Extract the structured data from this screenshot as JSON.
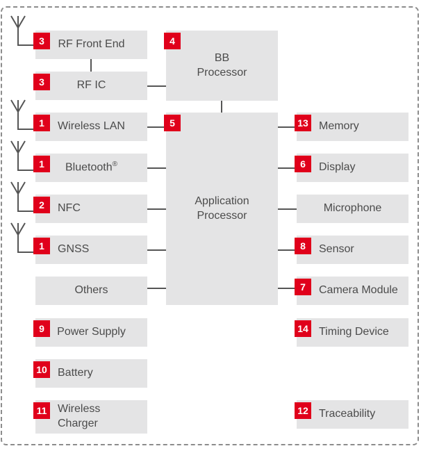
{
  "blocks": {
    "rf_front_end": {
      "label": "RF Front End",
      "badge": "3"
    },
    "rf_ic": {
      "label": "RF IC",
      "badge": "3"
    },
    "wireless_lan": {
      "label": "Wireless LAN",
      "badge": "1"
    },
    "bluetooth": {
      "label": "Bluetooth",
      "sup": "®",
      "badge": "1"
    },
    "nfc": {
      "label": "NFC",
      "badge": "2"
    },
    "gnss": {
      "label": "GNSS",
      "badge": "1"
    },
    "others": {
      "label": "Others"
    },
    "power_supply": {
      "label": "Power Supply",
      "badge": "9"
    },
    "battery": {
      "label": "Battery",
      "badge": "10"
    },
    "wireless_charger": {
      "label_line1": "Wireless",
      "label_line2": "Charger",
      "badge": "11"
    },
    "bb_processor": {
      "label_line1": "BB",
      "label_line2": "Processor",
      "badge": "4"
    },
    "application_processor": {
      "label_line1": "Application",
      "label_line2": "Processor",
      "badge": "5"
    },
    "memory": {
      "label": "Memory",
      "badge": "13"
    },
    "display": {
      "label": "Display",
      "badge": "6"
    },
    "microphone": {
      "label": "Microphone"
    },
    "sensor": {
      "label": "Sensor",
      "badge": "8"
    },
    "camera_module": {
      "label": "Camera Module",
      "badge": "7"
    },
    "timing_device": {
      "label": "Timing Device",
      "badge": "14"
    },
    "traceability": {
      "label": "Traceability",
      "badge": "12"
    }
  },
  "colors": {
    "badge": "#e0001b",
    "block": "#e4e4e5",
    "text": "#4b4b4b",
    "line": "#555555"
  },
  "icons": [
    "antenna-icon"
  ]
}
